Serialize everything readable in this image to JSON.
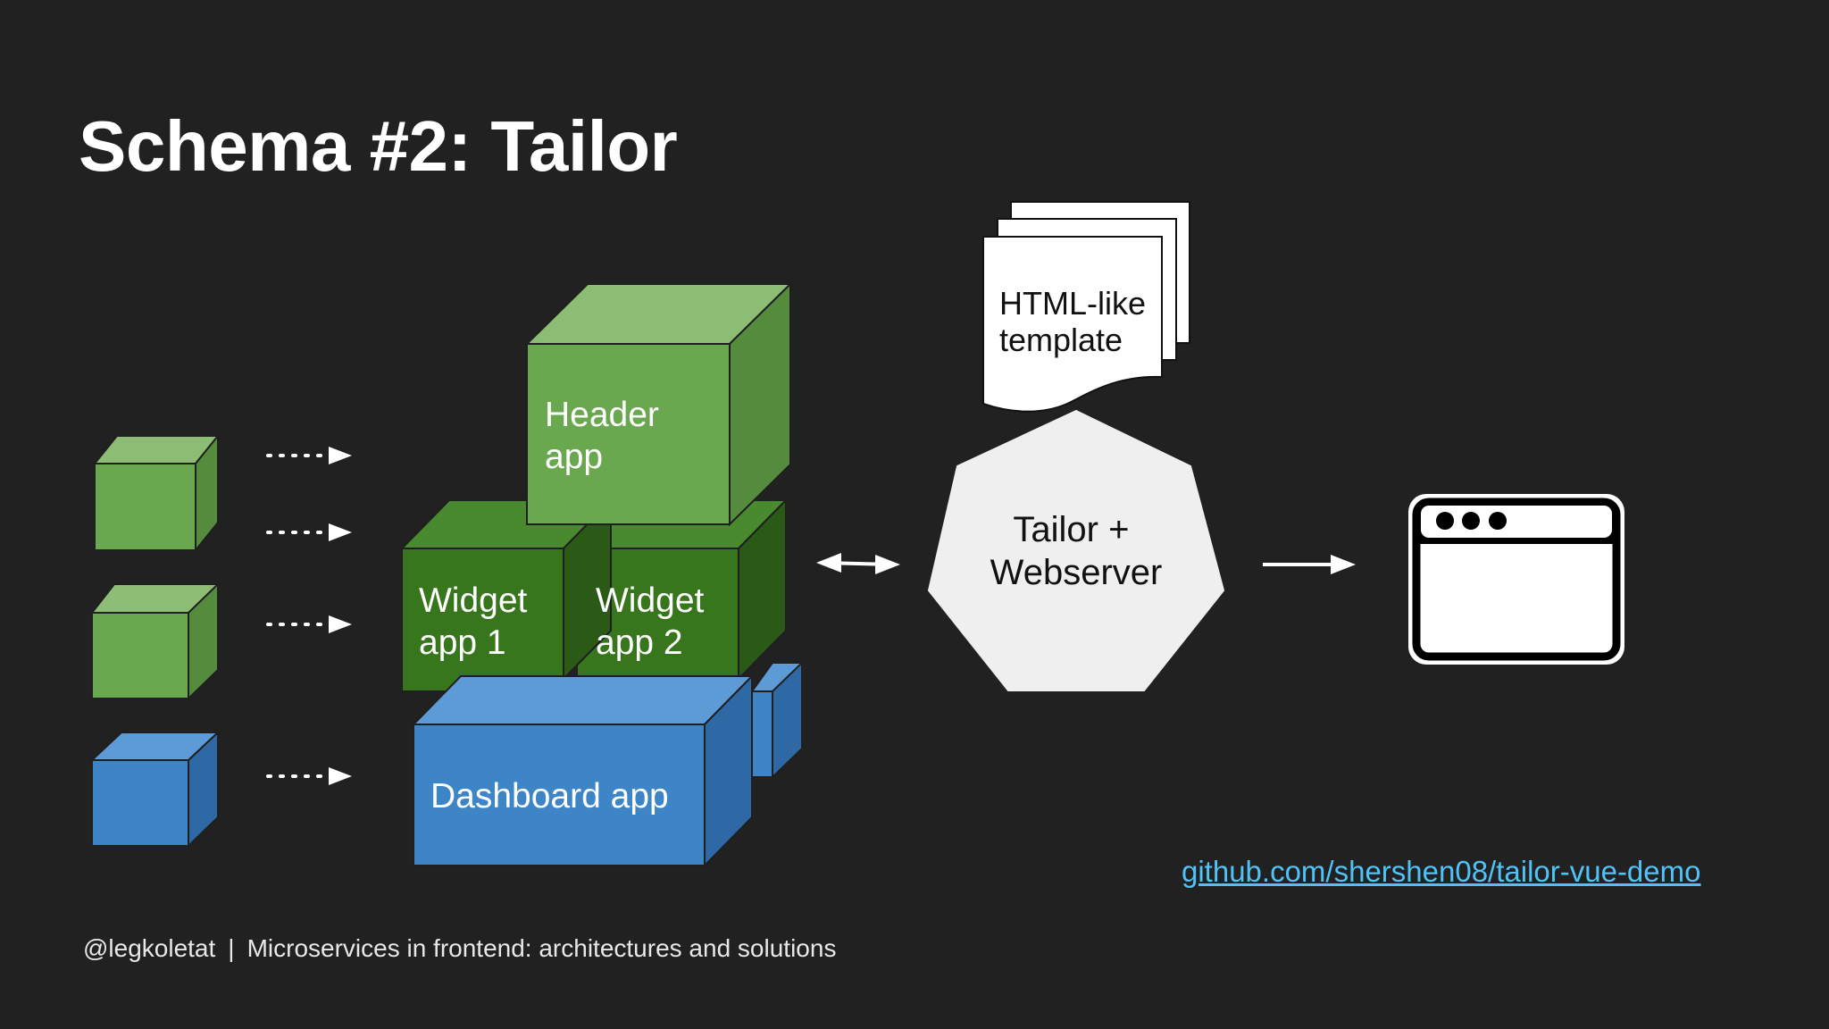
{
  "slide": {
    "title": "Schema #2: Tailor",
    "link": "github.com/shershen08/tailor-vue-demo",
    "footer": {
      "handle": "@legkoletat",
      "separator": "|",
      "talk": "Microservices in frontend: architectures and solutions"
    }
  },
  "diagram": {
    "header_app": [
      "Header",
      "app"
    ],
    "widget_app_1": [
      "Widget",
      "app 1"
    ],
    "widget_app_2": [
      "Widget",
      "app 2"
    ],
    "dashboard_app": "Dashboard app",
    "template": [
      "HTML-like",
      "template"
    ],
    "server": [
      "Tailor +",
      "Webserver"
    ]
  },
  "colors": {
    "background": "#212121",
    "green": "#6aa84f",
    "dark_green": "#38761d",
    "blue": "#3d85c6",
    "link": "#4fc3f7",
    "server_fill": "#efefef"
  },
  "icons": {
    "browser": "browser-window-icon",
    "arrow": "arrow-right-icon",
    "double_arrow": "double-arrow-icon",
    "dotted_arrow": "dotted-arrow-icon"
  }
}
